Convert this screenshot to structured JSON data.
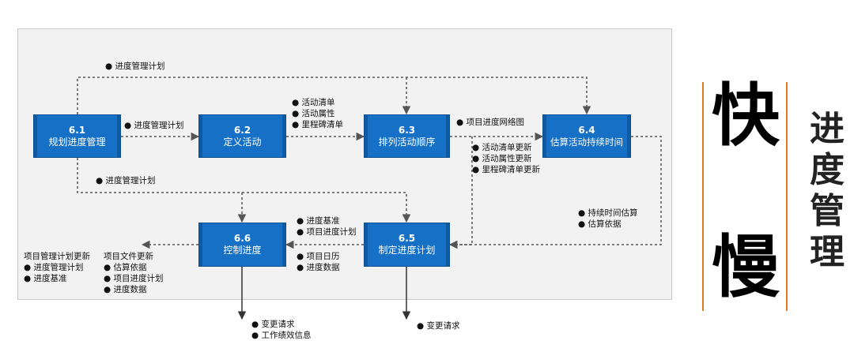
{
  "processes": {
    "p61": {
      "num": "6.1",
      "name": "规划进度管理"
    },
    "p62": {
      "num": "6.2",
      "name": "定义活动"
    },
    "p63": {
      "num": "6.3",
      "name": "排列活动顺序"
    },
    "p64": {
      "num": "6.4",
      "name": "估算活动持续时间"
    },
    "p65": {
      "num": "6.5",
      "name": "制定进度计划"
    },
    "p66": {
      "num": "6.6",
      "name": "控制进度"
    }
  },
  "labels": {
    "top_plan": "● 进度管理计划",
    "plan_61_62": "● 进度管理计划",
    "act_list": "● 活动清单",
    "act_attr": "● 活动属性",
    "milestone": "● 里程碑清单",
    "network": "● 项目进度网络图",
    "act_list_upd": "● 活动清单更新",
    "act_attr_upd": "● 活动属性更新",
    "milestone_upd": "● 里程碑清单更新",
    "mid_plan": "● 进度管理计划",
    "duration_est": "● 持续时间估算",
    "basis_est": "● 估算依据",
    "baseline": "● 进度基准",
    "proj_sched": "● 项目进度计划",
    "calendar": "● 项目日历",
    "sched_data": "● 进度数据",
    "pmp_update_title": "项目管理计划更新",
    "pmp_update_1": "● 进度管理计划",
    "pmp_update_2": "● 进度基准",
    "doc_update_title": "项目文件更新",
    "doc_update_1": "● 估算依据",
    "doc_update_2": "● 项目进度计划",
    "doc_update_3": "● 进度数据",
    "out66_1": "● 变更请求",
    "out66_2": "● 工作绩效信息",
    "out65_1": "● 变更请求"
  },
  "side": {
    "fast": "快",
    "slow": "慢",
    "vertical": [
      "进",
      "度",
      "管",
      "理"
    ]
  },
  "colors": {
    "process_fill": "#1570c6",
    "accent": "#e07a1f"
  }
}
